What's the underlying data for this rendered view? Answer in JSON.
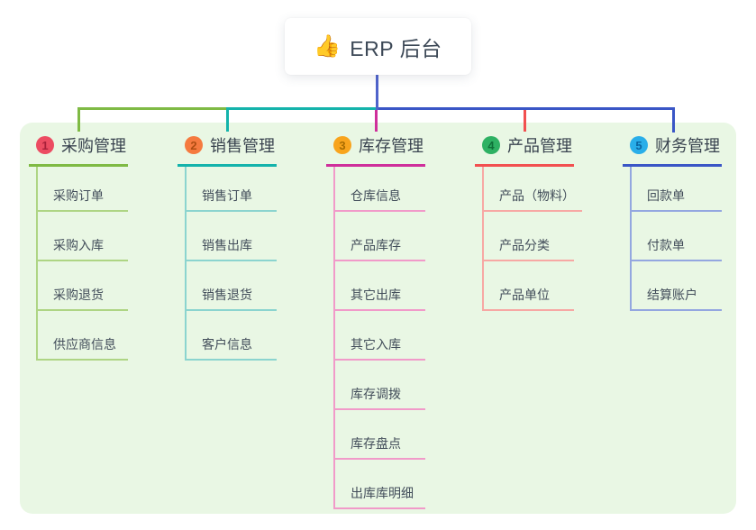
{
  "root": {
    "icon": "👍",
    "title": "ERP 后台"
  },
  "connectors": {
    "trunk_color": "#4f63cb"
  },
  "panel": {
    "background": "#e9f7e4"
  },
  "branches": [
    {
      "number": "1",
      "label": "采购管理",
      "color": "#7fba44",
      "light_color": "#aed584",
      "badge_color": "#ec4c62",
      "badge_text_color": "#a8203a",
      "children": [
        "采购订单",
        "采购入库",
        "采购退货",
        "供应商信息"
      ]
    },
    {
      "number": "2",
      "label": "销售管理",
      "color": "#14b3ab",
      "light_color": "#8bd4cf",
      "badge_color": "#f57a3f",
      "badge_text_color": "#ae4d12",
      "children": [
        "销售订单",
        "销售出库",
        "销售退货",
        "客户信息"
      ]
    },
    {
      "number": "3",
      "label": "库存管理",
      "color": "#cf2f9b",
      "light_color": "#f19ac9",
      "badge_color": "#f8a41d",
      "badge_text_color": "#a86c00",
      "children": [
        "仓库信息",
        "产品库存",
        "其它出库",
        "其它入库",
        "库存调拨",
        "库存盘点",
        "出库库明细"
      ]
    },
    {
      "number": "4",
      "label": "产品管理",
      "color": "#f25050",
      "light_color": "#f7a8a4",
      "badge_color": "#2eb163",
      "badge_text_color": "#0e7038",
      "children": [
        "产品（物料）",
        "产品分类",
        "产品单位"
      ]
    },
    {
      "number": "5",
      "label": "财务管理",
      "color": "#3a56c6",
      "light_color": "#94a7e0",
      "badge_color": "#29aee9",
      "badge_text_color": "#0b64a0",
      "children": [
        "回款单",
        "付款单",
        "结算账户"
      ]
    }
  ]
}
